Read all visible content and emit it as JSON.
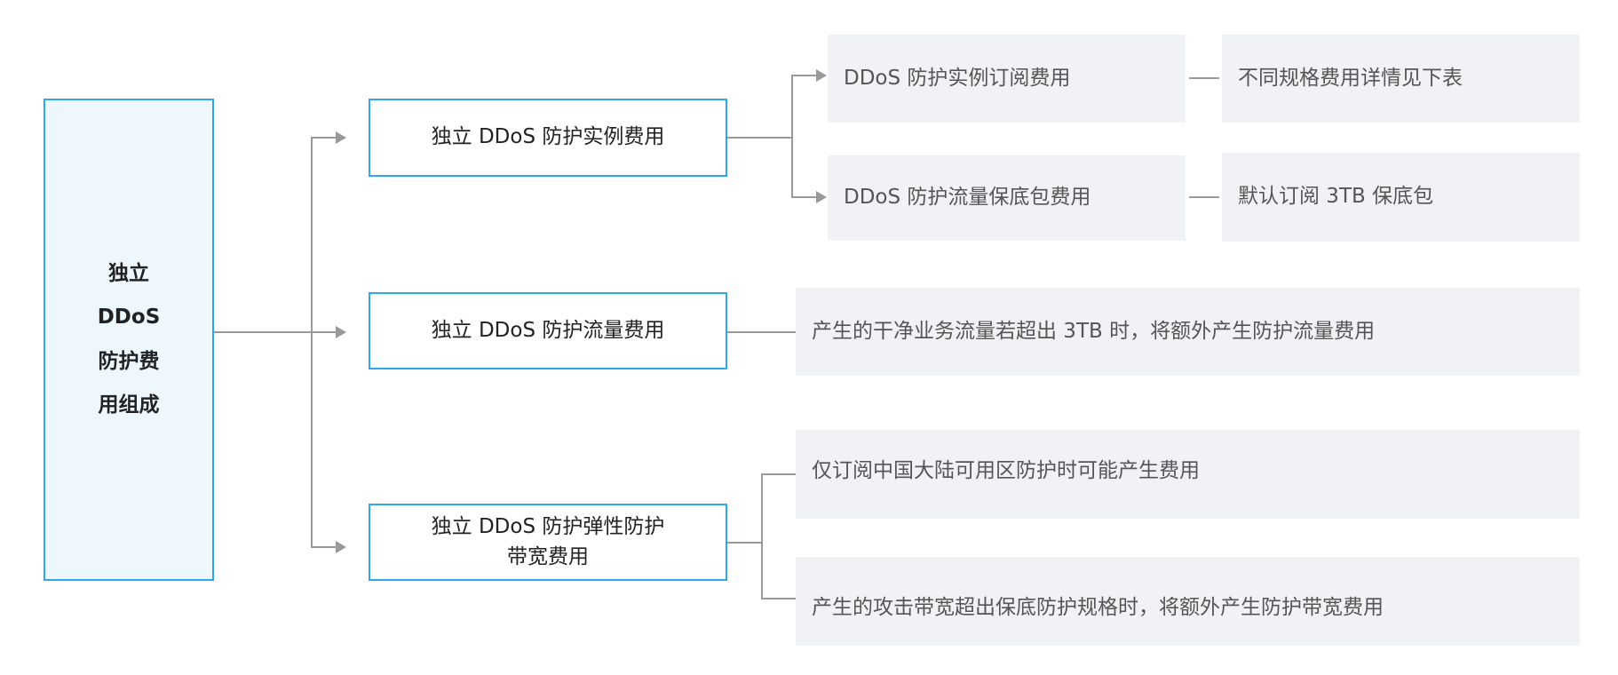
{
  "root": {
    "lines": [
      "独立",
      "DDoS",
      "防护费",
      "用组成"
    ]
  },
  "level1": [
    {
      "label": "独立 DDoS 防护实例费用"
    },
    {
      "label": "独立 DDoS 防护流量费用"
    },
    {
      "label_line1": "独立 DDoS 防护弹性防护",
      "label_line2": "带宽费用"
    }
  ],
  "instance_children": [
    {
      "label": "DDoS 防护实例订阅费用",
      "note": "不同规格费用详情见下表"
    },
    {
      "label": "DDoS 防护流量保底包费用",
      "note": "默认订阅 3TB 保底包"
    }
  ],
  "traffic_note": "产生的干净业务流量若超出 3TB 时，将额外产生防护流量费用",
  "bandwidth_notes": [
    "仅订阅中国大陆可用区防护时可能产生费用",
    "产生的攻击带宽超出保底防护规格时，将额外产生防护带宽费用"
  ],
  "colors": {
    "border": "#2ea7f0",
    "root_fill": "#eef7fe",
    "note_fill": "#f1f2f6",
    "connector": "#999999"
  }
}
